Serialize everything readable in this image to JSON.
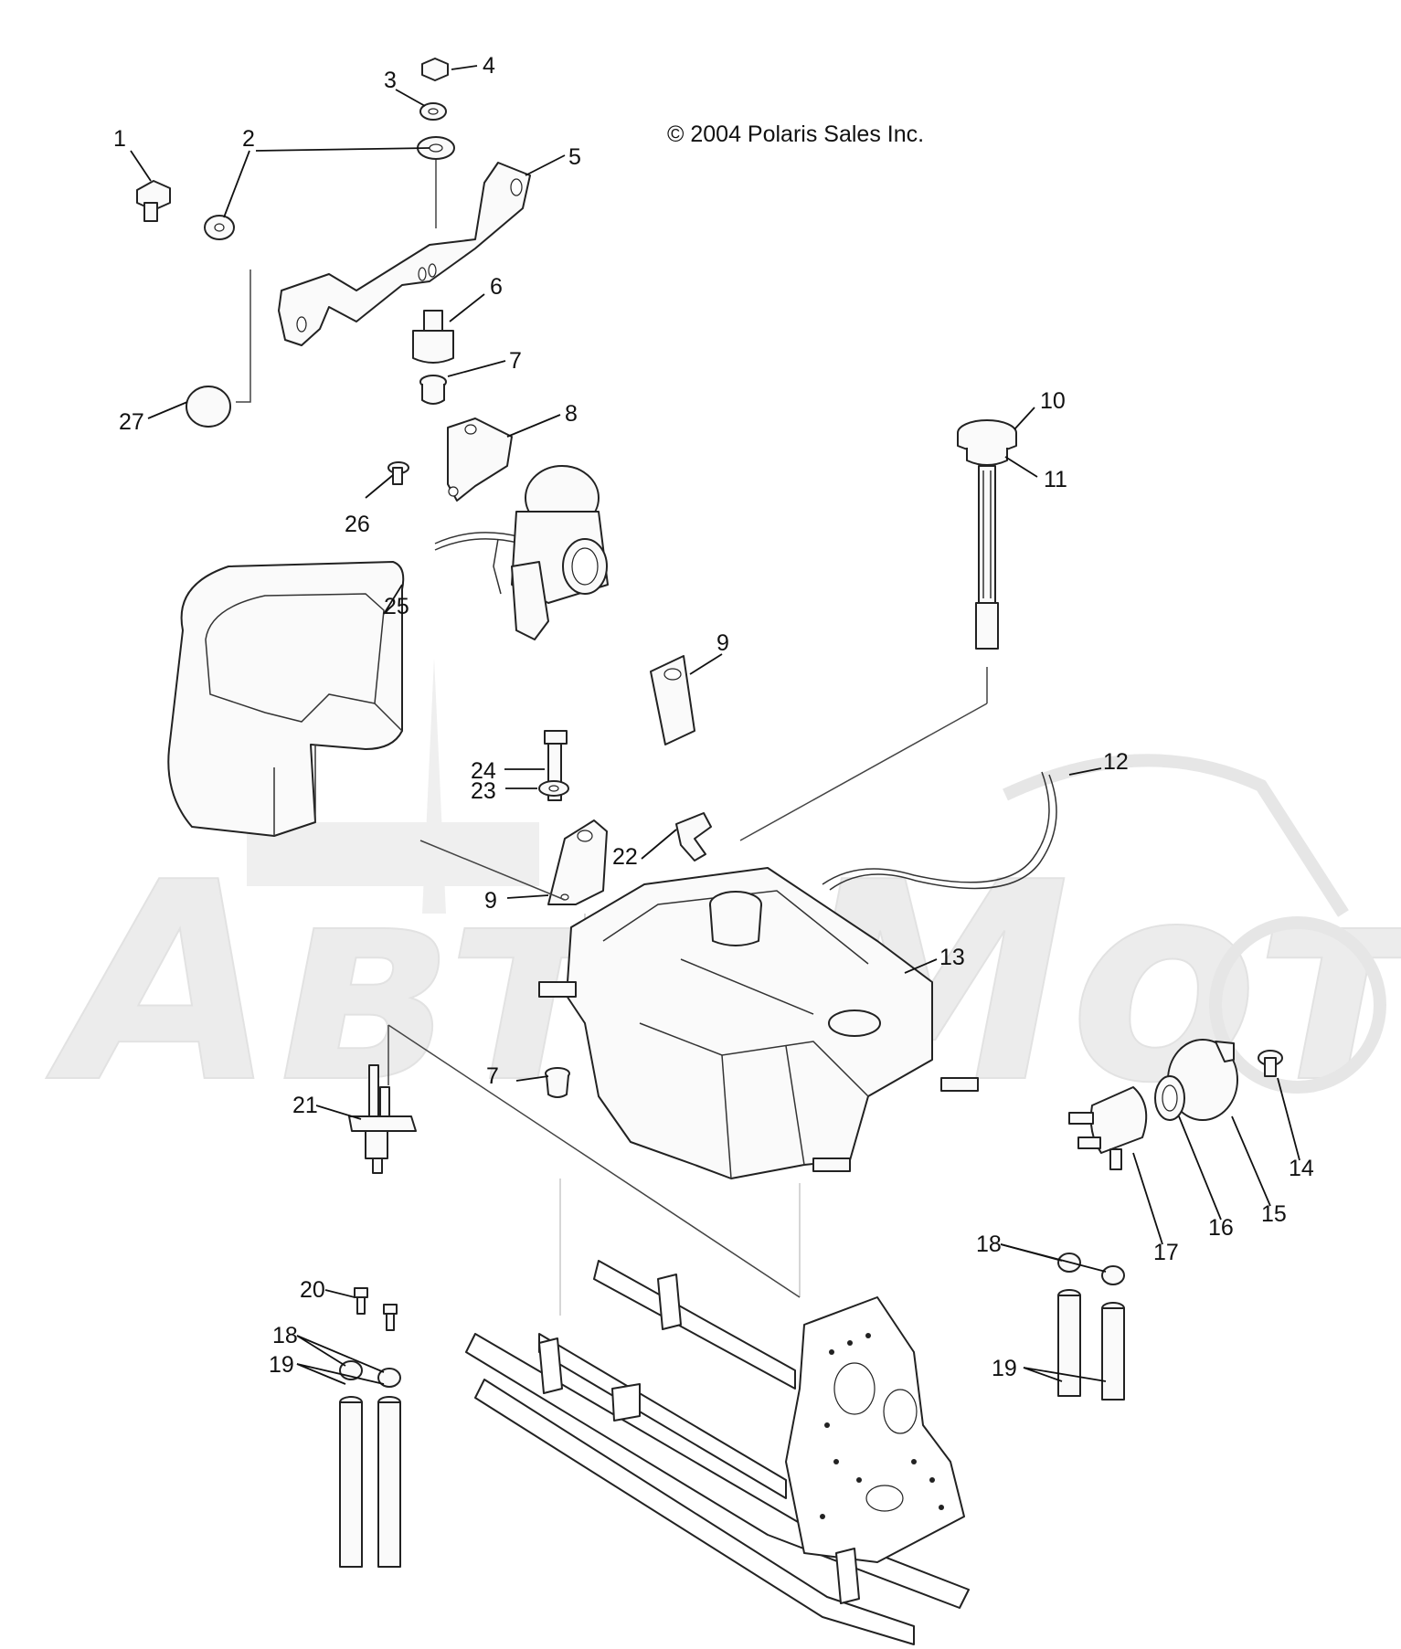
{
  "copyright": "© 2004 Polaris Sales Inc.",
  "watermark": "АвтоМото",
  "callouts": [
    "1",
    "2",
    "3",
    "4",
    "5",
    "6",
    "7",
    "8",
    "26",
    "27",
    "25",
    "10",
    "11",
    "9",
    "24",
    "23",
    "22",
    "9",
    "12",
    "13",
    "7",
    "21",
    "20",
    "18",
    "19",
    "14",
    "15",
    "16",
    "17",
    "18",
    "19"
  ]
}
